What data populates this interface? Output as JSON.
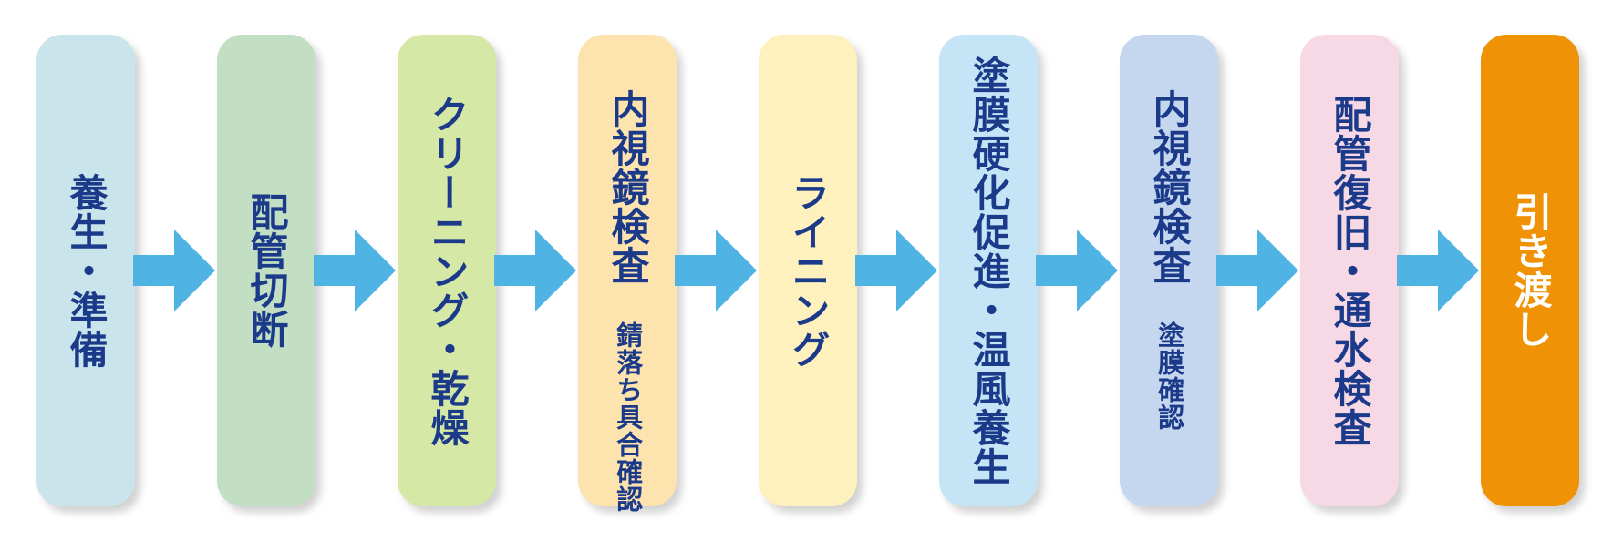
{
  "colors": {
    "text": "#1b3a8a",
    "arrow": "#4fb3e3",
    "final_text": "#ffffff"
  },
  "steps": [
    {
      "label": "養生・準備",
      "color": "#c9e4ea"
    },
    {
      "label": "配管切断",
      "color": "#c2dfc4"
    },
    {
      "label": "クリーニング・乾燥",
      "color": "#d6e8a6"
    },
    {
      "label": "内視鏡検査",
      "sub": "錆落ち具合確認",
      "color": "#fde3ad"
    },
    {
      "label": "ライニング",
      "color": "#fef1bd"
    },
    {
      "label": "塗膜硬化促進・温風養生",
      "color": "#c5e4f6"
    },
    {
      "label": "内視鏡検査",
      "sub": "塗膜確認",
      "color": "#c5d6ef"
    },
    {
      "label": "配管復旧・通水検査",
      "color": "#f7d9e5"
    },
    {
      "label": "引き渡し",
      "color": "#f09205"
    }
  ]
}
